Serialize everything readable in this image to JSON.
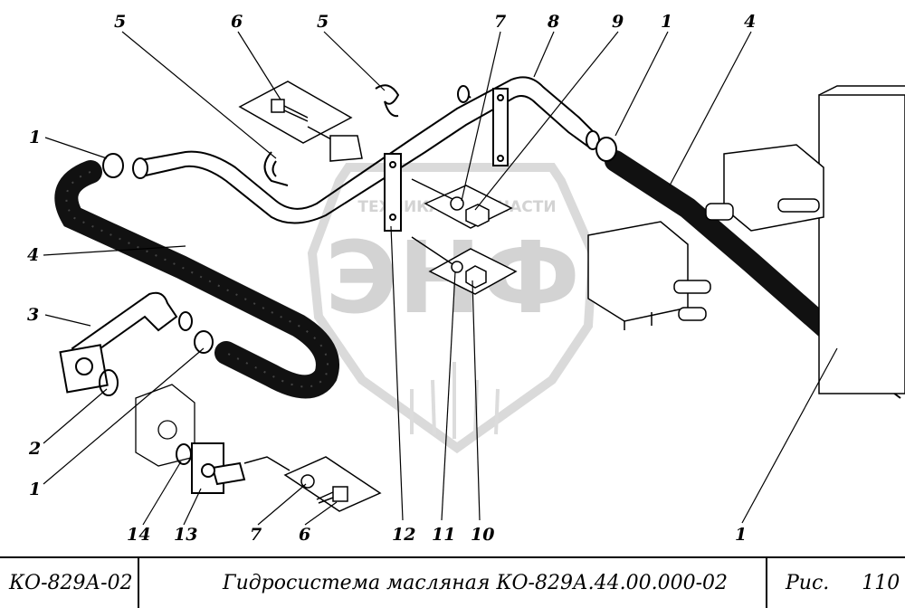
{
  "watermark": {
    "top_text": "ТЕХНИКА • ЗАПЧАСТИ",
    "letters": "ЭНФ"
  },
  "callouts": [
    "5",
    "6",
    "5",
    "7",
    "8",
    "9",
    "1",
    "4",
    "1",
    "4",
    "3",
    "2",
    "1",
    "14",
    "13",
    "7",
    "6",
    "12",
    "11",
    "10",
    "1"
  ],
  "title_block": {
    "model": "КО-829А-02",
    "title": "Гидросистема масляная КО-829А.44.00.000-02",
    "fig_label": "Рис.",
    "fig_number": "110"
  }
}
